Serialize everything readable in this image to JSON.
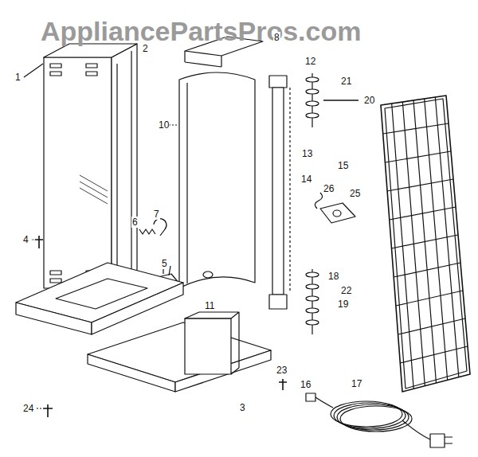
{
  "diagram": {
    "labels": [
      "AppliancePartsPros.com",
      "1",
      "2",
      "8",
      "12",
      "21",
      "20",
      "10",
      "13",
      "15",
      "14",
      "26",
      "25",
      "7",
      "6",
      "4",
      "5",
      "18",
      "22",
      "19",
      "11",
      "23",
      "16",
      "17",
      "24",
      "3"
    ]
  }
}
